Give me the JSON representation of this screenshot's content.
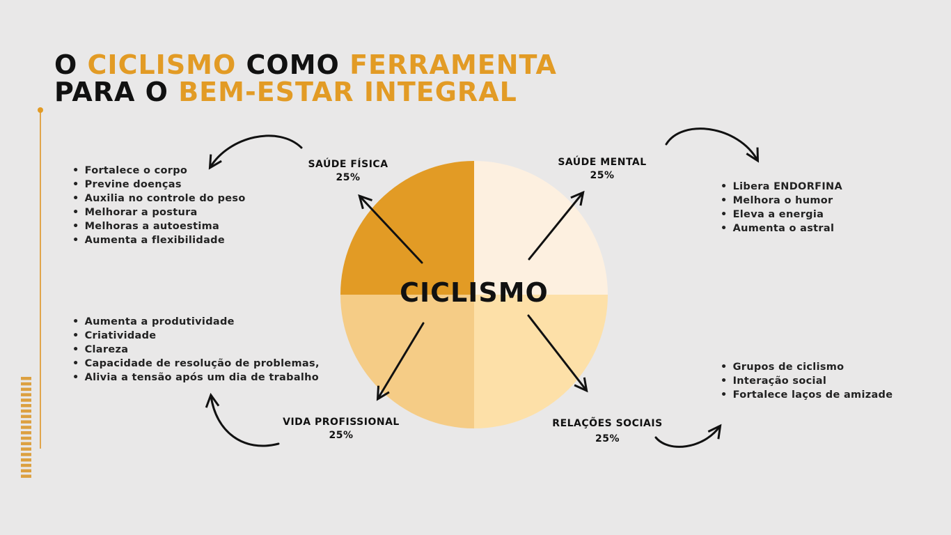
{
  "title": {
    "line1": [
      {
        "text": "O ",
        "accent": false
      },
      {
        "text": "CICLISMO",
        "accent": true
      },
      {
        "text": " COMO ",
        "accent": false
      },
      {
        "text": "FERRAMENTA",
        "accent": true
      }
    ],
    "line2": [
      {
        "text": "PARA O ",
        "accent": false
      },
      {
        "text": "BEM-ESTAR INTEGRAL",
        "accent": true
      }
    ]
  },
  "center_label": "CICLISMO",
  "colors": {
    "accent": "#e29b25",
    "background": "#e9e8e8",
    "q_fisica": "#e29b25",
    "q_mental": "#fdf0e0",
    "q_sociais": "#fde0a8",
    "q_profissional": "#f5cc86"
  },
  "sections": {
    "fisica": {
      "label": "SAÚDE FÍSICA",
      "percent": "25%",
      "items": [
        "Fortalece o corpo",
        "Previne doenças",
        "Auxilia no controle do peso",
        "Melhorar a postura",
        "Melhoras a autoestima",
        "Aumenta a flexibilidade"
      ]
    },
    "mental": {
      "label": "SAÚDE MENTAL",
      "percent": "25%",
      "items": [
        "Libera ENDORFINA",
        "Melhora o humor",
        "Eleva a energia",
        "Aumenta o astral"
      ]
    },
    "profissional": {
      "label": "VIDA PROFISSIONAL",
      "percent": "25%",
      "items": [
        "Aumenta a produtividade",
        "Criatividade",
        "Clareza",
        "Capacidade de resolução de problemas,",
        "Alivia a tensão após um dia de trabalho"
      ]
    },
    "sociais": {
      "label": "RELAÇÕES SOCIAIS",
      "percent": "25%",
      "items": [
        "Grupos de ciclismo",
        "Interação social",
        "Fortalece laços de amizade"
      ]
    }
  }
}
